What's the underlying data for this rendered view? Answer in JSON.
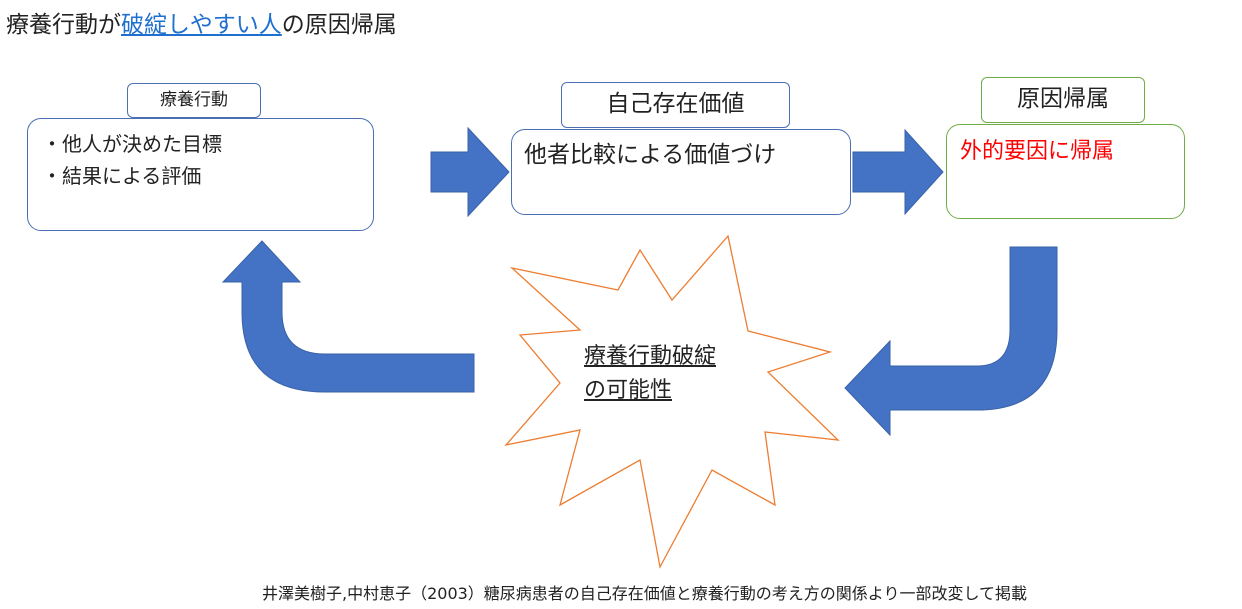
{
  "title": {
    "before": "療養行動が",
    "highlight": "破綻しやすい人",
    "after": "の原因帰属"
  },
  "stage1": {
    "label": "療養行動",
    "items": [
      "・他人が決めた目標",
      "・結果による評価"
    ]
  },
  "stage2": {
    "label": "自己存在価値",
    "text": "他者比較による価値づけ"
  },
  "stage3": {
    "label": "原因帰属",
    "text": "外的要因に帰属"
  },
  "center": {
    "line1": "療養行動破綻",
    "line2": "の可能性"
  },
  "citation": "井澤美樹子,中村恵子（2003）糖尿病患者の自己存在価値と療養行動の考え方の関係より一部改変して掲載",
  "colors": {
    "arrow": "#4472c4",
    "box_border": "#4a6fb3",
    "green_border": "#70ad47",
    "burst_border": "#ed7d31",
    "highlight": "#1f6fd1",
    "red_text": "#ff0000"
  }
}
